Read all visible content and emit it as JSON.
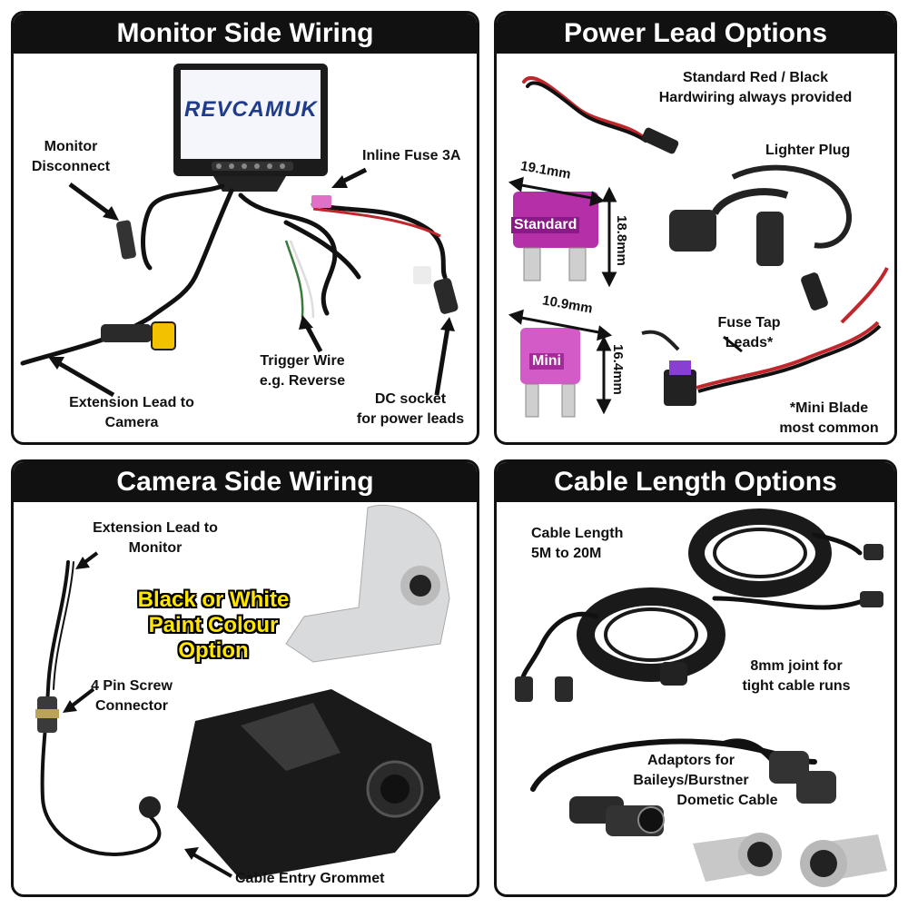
{
  "panels": {
    "monitor": {
      "title": "Monitor Side Wiring",
      "brand": "REVCAMUK",
      "labels": {
        "monitor_disconnect_1": "Monitor",
        "monitor_disconnect_2": "Disconnect",
        "inline_fuse": "Inline Fuse 3A",
        "trigger_1": "Trigger Wire",
        "trigger_2": "e.g. Reverse",
        "extension_1": "Extension Lead to",
        "extension_2": "Camera",
        "dc_1": "DC socket",
        "dc_2": "for power leads"
      }
    },
    "power": {
      "title": "Power Lead Options",
      "labels": {
        "standard_rb_1": "Standard Red / Black",
        "standard_rb_2": "Hardwiring always provided",
        "lighter": "Lighter Plug",
        "std_width": "19.1mm",
        "std_height": "18.8mm",
        "std_name": "Standard",
        "mini_width": "10.9mm",
        "mini_height": "16.4mm",
        "mini_name": "Mini",
        "fuse_tap_1": "Fuse Tap",
        "fuse_tap_2": "Leads*",
        "note_1": "*Mini Blade",
        "note_2": "most common"
      }
    },
    "camera": {
      "title": "Camera Side Wiring",
      "labels": {
        "ext_1": "Extension Lead to",
        "ext_2": "Monitor",
        "paint_1": "Black or White",
        "paint_2": "Paint Colour",
        "paint_3": "Option",
        "pin_1": "4 Pin Screw",
        "pin_2": "Connector",
        "grommet": "Cable Entry Grommet"
      }
    },
    "cable": {
      "title": "Cable Length Options",
      "labels": {
        "length_1": "Cable Length",
        "length_2": "5M to 20M",
        "joint_1": "8mm joint for",
        "joint_2": "tight cable runs",
        "adapt_1": "Adaptors for",
        "adapt_2": "Baileys/Burstner",
        "adapt_3": "Dometic Cable"
      }
    }
  },
  "colors": {
    "header_bg": "#111111",
    "fuse_purple": "#b52fa8",
    "wire_red": "#c0272d",
    "camera_white": "#d9dadc",
    "camera_black": "#1a1a1a",
    "connector_yellow": "#f2c200"
  }
}
